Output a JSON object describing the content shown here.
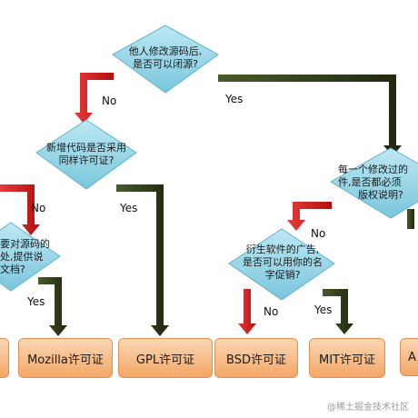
{
  "questions": {
    "q1": [
      "他人修改源码后,",
      "是否可以闭源?"
    ],
    "q2": [
      "新增代码是否采用",
      "同样许可证?"
    ],
    "q3": [
      "每一个修改过的",
      "件,是否都必须",
      "版权说明?"
    ],
    "q4": [
      "要对源码的",
      "处,提供说",
      "文档?"
    ],
    "q5": [
      "衍生软件的广告,",
      "是否可以用你的名",
      "字促销?"
    ]
  },
  "answers": {
    "no": "No",
    "yes": "Yes"
  },
  "licenses": {
    "mozilla": "Mozilla许可证",
    "gpl": "GPL许可证",
    "bsd": "BSD许可证",
    "mit": "MIT许可证",
    "apache": "A"
  },
  "watermark": "@稀土掘金技术社区",
  "colors": {
    "diamond": "#8fd3e6",
    "no_arrow": "#d31f1f",
    "yes_arrow": "#2f3a1c",
    "box_fill": "#f3a665"
  }
}
